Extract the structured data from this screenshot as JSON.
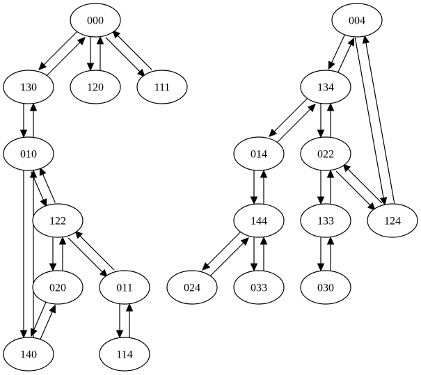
{
  "graph": {
    "type": "directed",
    "nodes": [
      {
        "id": "000",
        "label": "000"
      },
      {
        "id": "130",
        "label": "130"
      },
      {
        "id": "120",
        "label": "120"
      },
      {
        "id": "111",
        "label": "111"
      },
      {
        "id": "010",
        "label": "010"
      },
      {
        "id": "122",
        "label": "122"
      },
      {
        "id": "020",
        "label": "020"
      },
      {
        "id": "011",
        "label": "011"
      },
      {
        "id": "140",
        "label": "140"
      },
      {
        "id": "114",
        "label": "114"
      },
      {
        "id": "004",
        "label": "004"
      },
      {
        "id": "134",
        "label": "134"
      },
      {
        "id": "014",
        "label": "014"
      },
      {
        "id": "022",
        "label": "022"
      },
      {
        "id": "144",
        "label": "144"
      },
      {
        "id": "133",
        "label": "133"
      },
      {
        "id": "124",
        "label": "124"
      },
      {
        "id": "024",
        "label": "024"
      },
      {
        "id": "033",
        "label": "033"
      },
      {
        "id": "030",
        "label": "030"
      }
    ],
    "edges": [
      {
        "from": "000",
        "to": "130"
      },
      {
        "from": "130",
        "to": "000"
      },
      {
        "from": "000",
        "to": "120"
      },
      {
        "from": "120",
        "to": "000"
      },
      {
        "from": "000",
        "to": "111"
      },
      {
        "from": "111",
        "to": "000"
      },
      {
        "from": "130",
        "to": "010"
      },
      {
        "from": "010",
        "to": "130"
      },
      {
        "from": "010",
        "to": "122"
      },
      {
        "from": "122",
        "to": "010"
      },
      {
        "from": "010",
        "to": "140"
      },
      {
        "from": "140",
        "to": "010"
      },
      {
        "from": "122",
        "to": "020"
      },
      {
        "from": "020",
        "to": "122"
      },
      {
        "from": "122",
        "to": "011"
      },
      {
        "from": "011",
        "to": "122"
      },
      {
        "from": "020",
        "to": "140"
      },
      {
        "from": "140",
        "to": "020"
      },
      {
        "from": "011",
        "to": "114"
      },
      {
        "from": "114",
        "to": "011"
      },
      {
        "from": "004",
        "to": "134"
      },
      {
        "from": "134",
        "to": "004"
      },
      {
        "from": "004",
        "to": "124"
      },
      {
        "from": "124",
        "to": "004"
      },
      {
        "from": "134",
        "to": "014"
      },
      {
        "from": "014",
        "to": "134"
      },
      {
        "from": "134",
        "to": "022"
      },
      {
        "from": "022",
        "to": "134"
      },
      {
        "from": "014",
        "to": "144"
      },
      {
        "from": "144",
        "to": "014"
      },
      {
        "from": "022",
        "to": "133"
      },
      {
        "from": "133",
        "to": "022"
      },
      {
        "from": "022",
        "to": "124"
      },
      {
        "from": "124",
        "to": "022"
      },
      {
        "from": "144",
        "to": "024"
      },
      {
        "from": "024",
        "to": "144"
      },
      {
        "from": "144",
        "to": "033"
      },
      {
        "from": "033",
        "to": "144"
      },
      {
        "from": "133",
        "to": "030"
      },
      {
        "from": "030",
        "to": "133"
      }
    ]
  }
}
